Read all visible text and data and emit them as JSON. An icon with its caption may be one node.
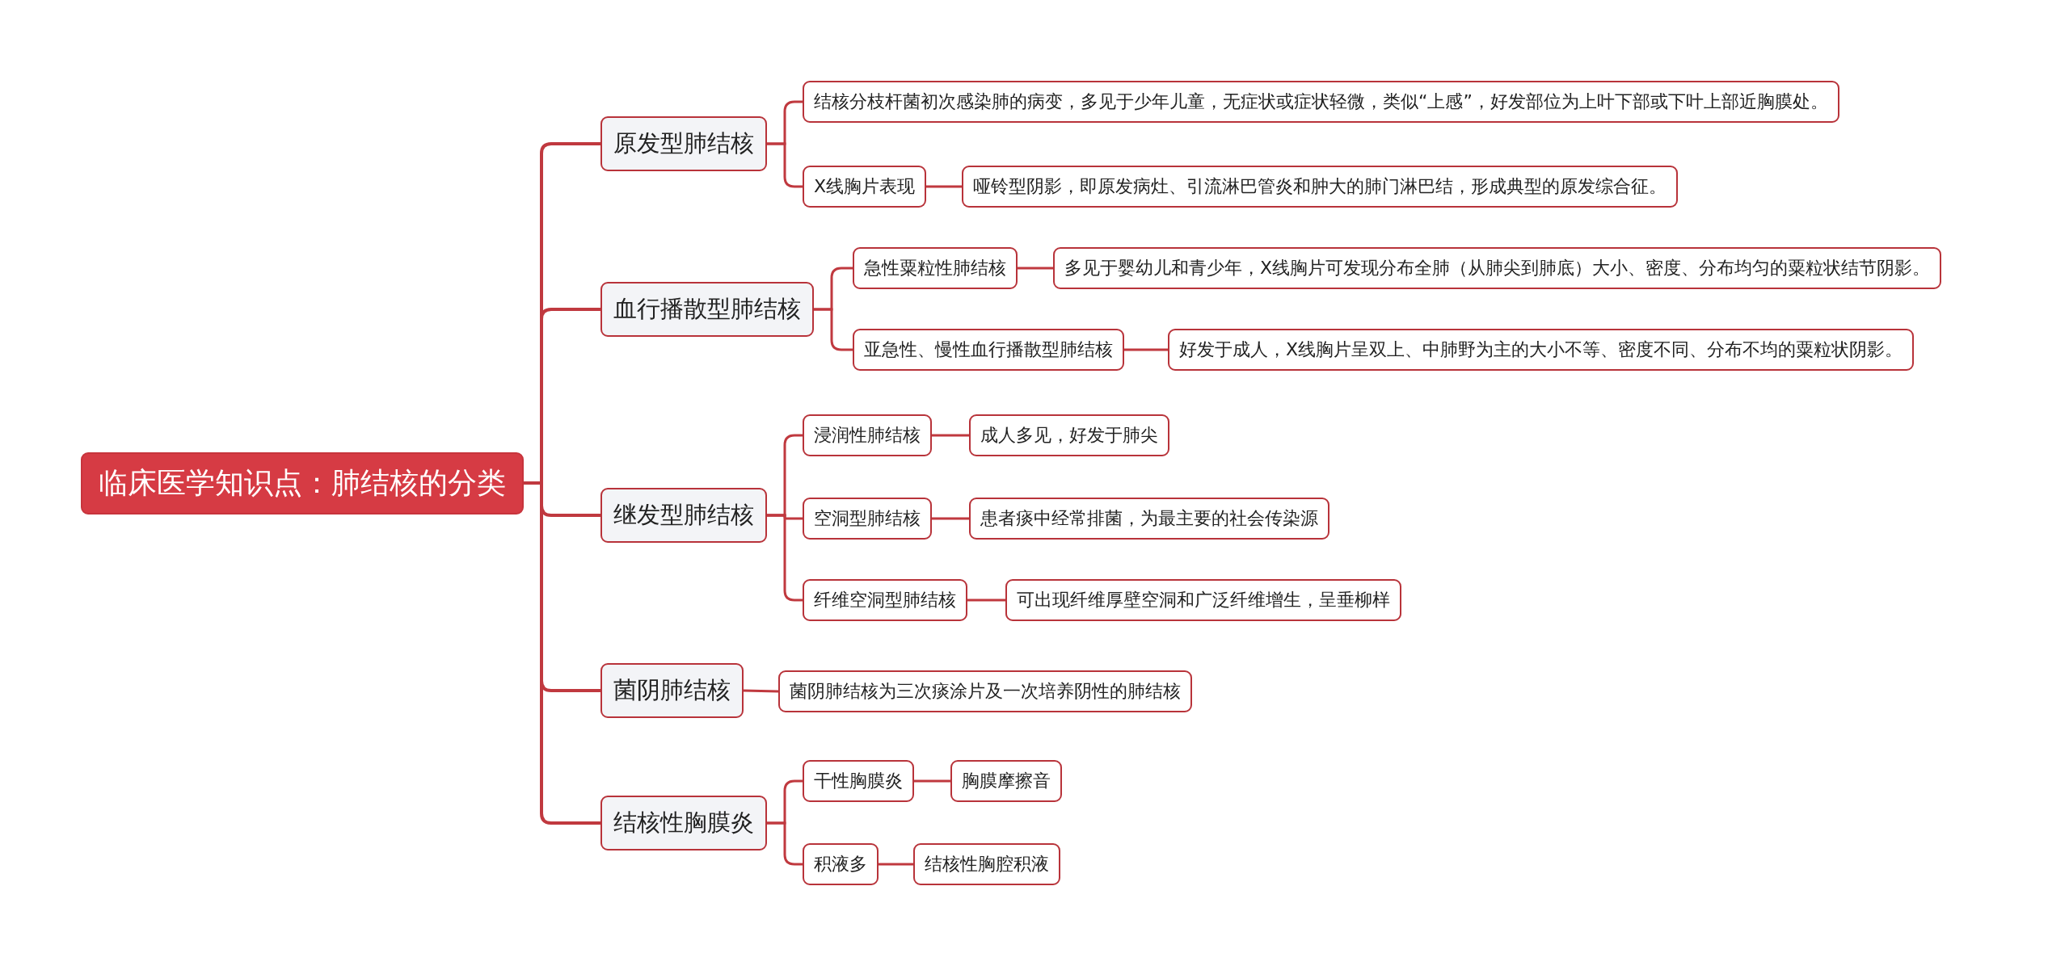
{
  "diagram": {
    "nodes": [
      {
        "text": [
          "临床医学知识点：肺结核的分类"
        ]
      },
      {
        "text": [
          "原发型肺结核"
        ]
      },
      {
        "text": [
          "结核分枝杆菌初次感染肺的病变，多见于少年儿童，无症状或症状轻微，类似“上感”，好发部位为上叶下部或下叶上部近胸膜处。"
        ]
      },
      {
        "text": [
          "X线胸片表现"
        ]
      },
      {
        "text": [
          "哑铃型阴影，即原发病灶、引流淋巴管炎和肿大的肺门淋巴结，形成典型的原发综合征。"
        ]
      },
      {
        "text": [
          "血行播散型肺结核"
        ]
      },
      {
        "text": [
          "急性粟粒性肺结核"
        ]
      },
      {
        "text": [
          "多见于婴幼儿和青少年，X线胸片可发现分布全肺（从肺尖到肺底）大小、密度、分布均匀的粟粒状结节阴影。"
        ]
      },
      {
        "text": [
          "亚急性、慢性血行播散型肺结核"
        ]
      },
      {
        "text": [
          "好发于成人，X线胸片呈双上、中肺野为主的大小不等、密度不同、分布不均的粟粒状阴影。"
        ]
      },
      {
        "text": [
          "继发型肺结核"
        ]
      },
      {
        "text": [
          "浸润性肺结核"
        ]
      },
      {
        "text": [
          "成人多见，好发于肺尖"
        ]
      },
      {
        "text": [
          "空洞型肺结核"
        ]
      },
      {
        "text": [
          "患者痰中经常排菌，为最主要的社会传染源"
        ]
      },
      {
        "text": [
          "纤维空洞型肺结核"
        ]
      },
      {
        "text": [
          "可出现纤维厚壁空洞和广泛纤维增生，呈垂柳样"
        ]
      },
      {
        "text": [
          "菌阴肺结核"
        ]
      },
      {
        "text": [
          "菌阴肺结核为三次痰涂片及一次培养阴性的肺结核"
        ]
      },
      {
        "text": [
          "结核性胸膜炎"
        ]
      },
      {
        "text": [
          "干性胸膜炎"
        ]
      },
      {
        "text": [
          "胸膜摩擦音"
        ]
      },
      {
        "text": [
          "积液多"
        ]
      },
      {
        "text": [
          "结核性胸腔积液"
        ]
      }
    ],
    "edges": [
      {
        "from": 0,
        "to": 1,
        "arrow": "none"
      },
      {
        "from": 1,
        "to": 2,
        "arrow": "none"
      },
      {
        "from": 1,
        "to": 3,
        "arrow": "none"
      },
      {
        "from": 3,
        "to": 4,
        "arrow": "none"
      },
      {
        "from": 0,
        "to": 5,
        "arrow": "none"
      },
      {
        "from": 5,
        "to": 6,
        "arrow": "none"
      },
      {
        "from": 6,
        "to": 7,
        "arrow": "none"
      },
      {
        "from": 5,
        "to": 8,
        "arrow": "none"
      },
      {
        "from": 8,
        "to": 9,
        "arrow": "none"
      },
      {
        "from": 0,
        "to": 10,
        "arrow": "none"
      },
      {
        "from": 10,
        "to": 11,
        "arrow": "none"
      },
      {
        "from": 11,
        "to": 12,
        "arrow": "none"
      },
      {
        "from": 10,
        "to": 13,
        "arrow": "none"
      },
      {
        "from": 13,
        "to": 14,
        "arrow": "none"
      },
      {
        "from": 10,
        "to": 15,
        "arrow": "none"
      },
      {
        "from": 15,
        "to": 16,
        "arrow": "none"
      },
      {
        "from": 0,
        "to": 17,
        "arrow": "none"
      },
      {
        "from": 17,
        "to": 18,
        "arrow": "none"
      },
      {
        "from": 0,
        "to": 19,
        "arrow": "none"
      },
      {
        "from": 19,
        "to": 20,
        "arrow": "none"
      },
      {
        "from": 20,
        "to": 21,
        "arrow": "none"
      },
      {
        "from": 19,
        "to": 22,
        "arrow": "none"
      },
      {
        "from": 22,
        "to": 23,
        "arrow": "none"
      }
    ]
  }
}
